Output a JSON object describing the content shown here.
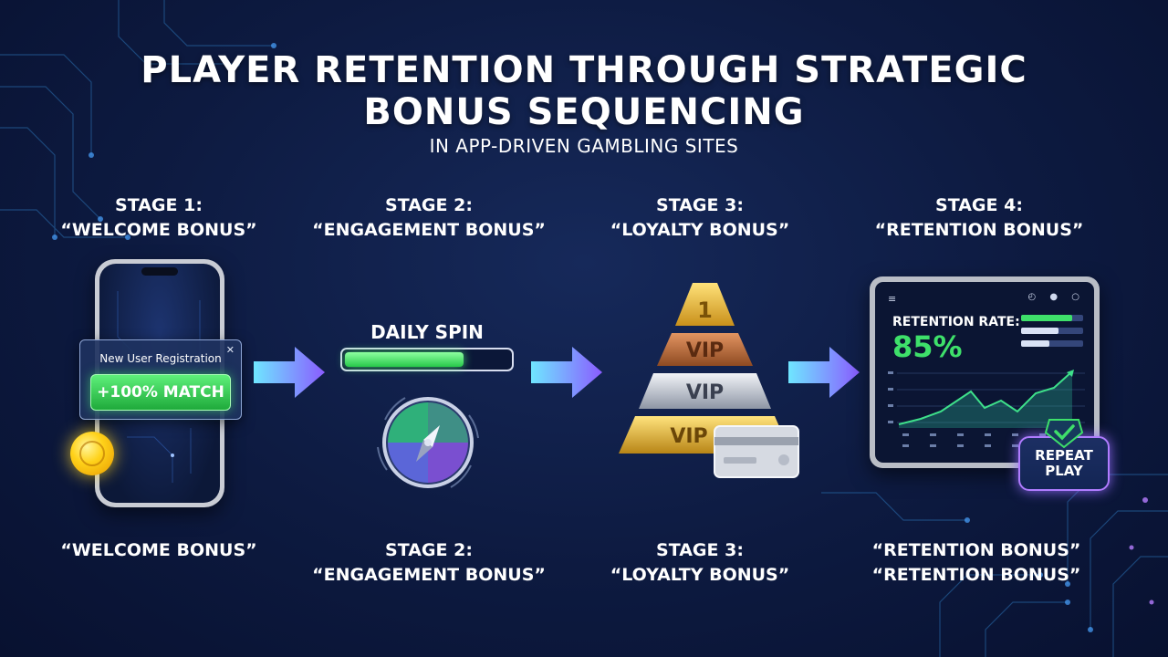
{
  "title": {
    "line1": "PLAYER RETENTION THROUGH STRATEGIC",
    "line2": "BONUS SEQUENCING",
    "subtitle": "IN APP-DRIVEN GAMBLING SITES"
  },
  "stages": [
    {
      "stage": "STAGE 1:",
      "name": "“WELCOME BONUS”"
    },
    {
      "stage": "STAGE 2:",
      "name": "“ENGAGEMENT BONUS”"
    },
    {
      "stage": "STAGE 3:",
      "name": "“LOYALTY BONUS”"
    },
    {
      "stage": "STAGE 4:",
      "name": "“RETENTION BONUS”"
    }
  ],
  "footer": [
    {
      "line1": "“WELCOME BONUS”",
      "line2": ""
    },
    {
      "line1": "STAGE 2:",
      "line2": "“ENGAGEMENT BONUS”"
    },
    {
      "line1": "STAGE 3:",
      "line2": "“LOYALTY BONUS”"
    },
    {
      "line1": "“RETENTION BONUS”",
      "line2": "“RETENTION BONUS”"
    }
  ],
  "welcome": {
    "card_title": "New User Registration",
    "close_glyph": "✕",
    "match_label": "+100% MATCH",
    "icons": [
      "phone-icon",
      "coin-icon",
      "close-icon"
    ]
  },
  "engagement": {
    "label": "DAILY SPIN",
    "progress": 0.72,
    "icons": [
      "spin-wheel-icon"
    ]
  },
  "loyalty": {
    "top_tier": "1",
    "tiers": [
      "VIP",
      "VIP",
      "VIP"
    ],
    "tier_colors": [
      "#b8652f",
      "#b9bfc9",
      "#e3b52a"
    ],
    "icons": [
      "vip-card-icon"
    ]
  },
  "retention": {
    "menu_glyph": "≡",
    "header_icons": "◴ ● ○",
    "rate_label": "RETENTION RATE:",
    "rate_value": "85%",
    "badge_line1": "REPEAT",
    "badge_line2": "PLAY",
    "accent_color": "#3ee06a",
    "badge_border_color": "#b07cff",
    "icons": [
      "tablet-icon",
      "checkmark-icon"
    ]
  },
  "colors": {
    "background": "#0d1a40",
    "arrow_start": "#6fe6ff",
    "arrow_end": "#8a5cff",
    "progress_green": "#27c84a"
  }
}
